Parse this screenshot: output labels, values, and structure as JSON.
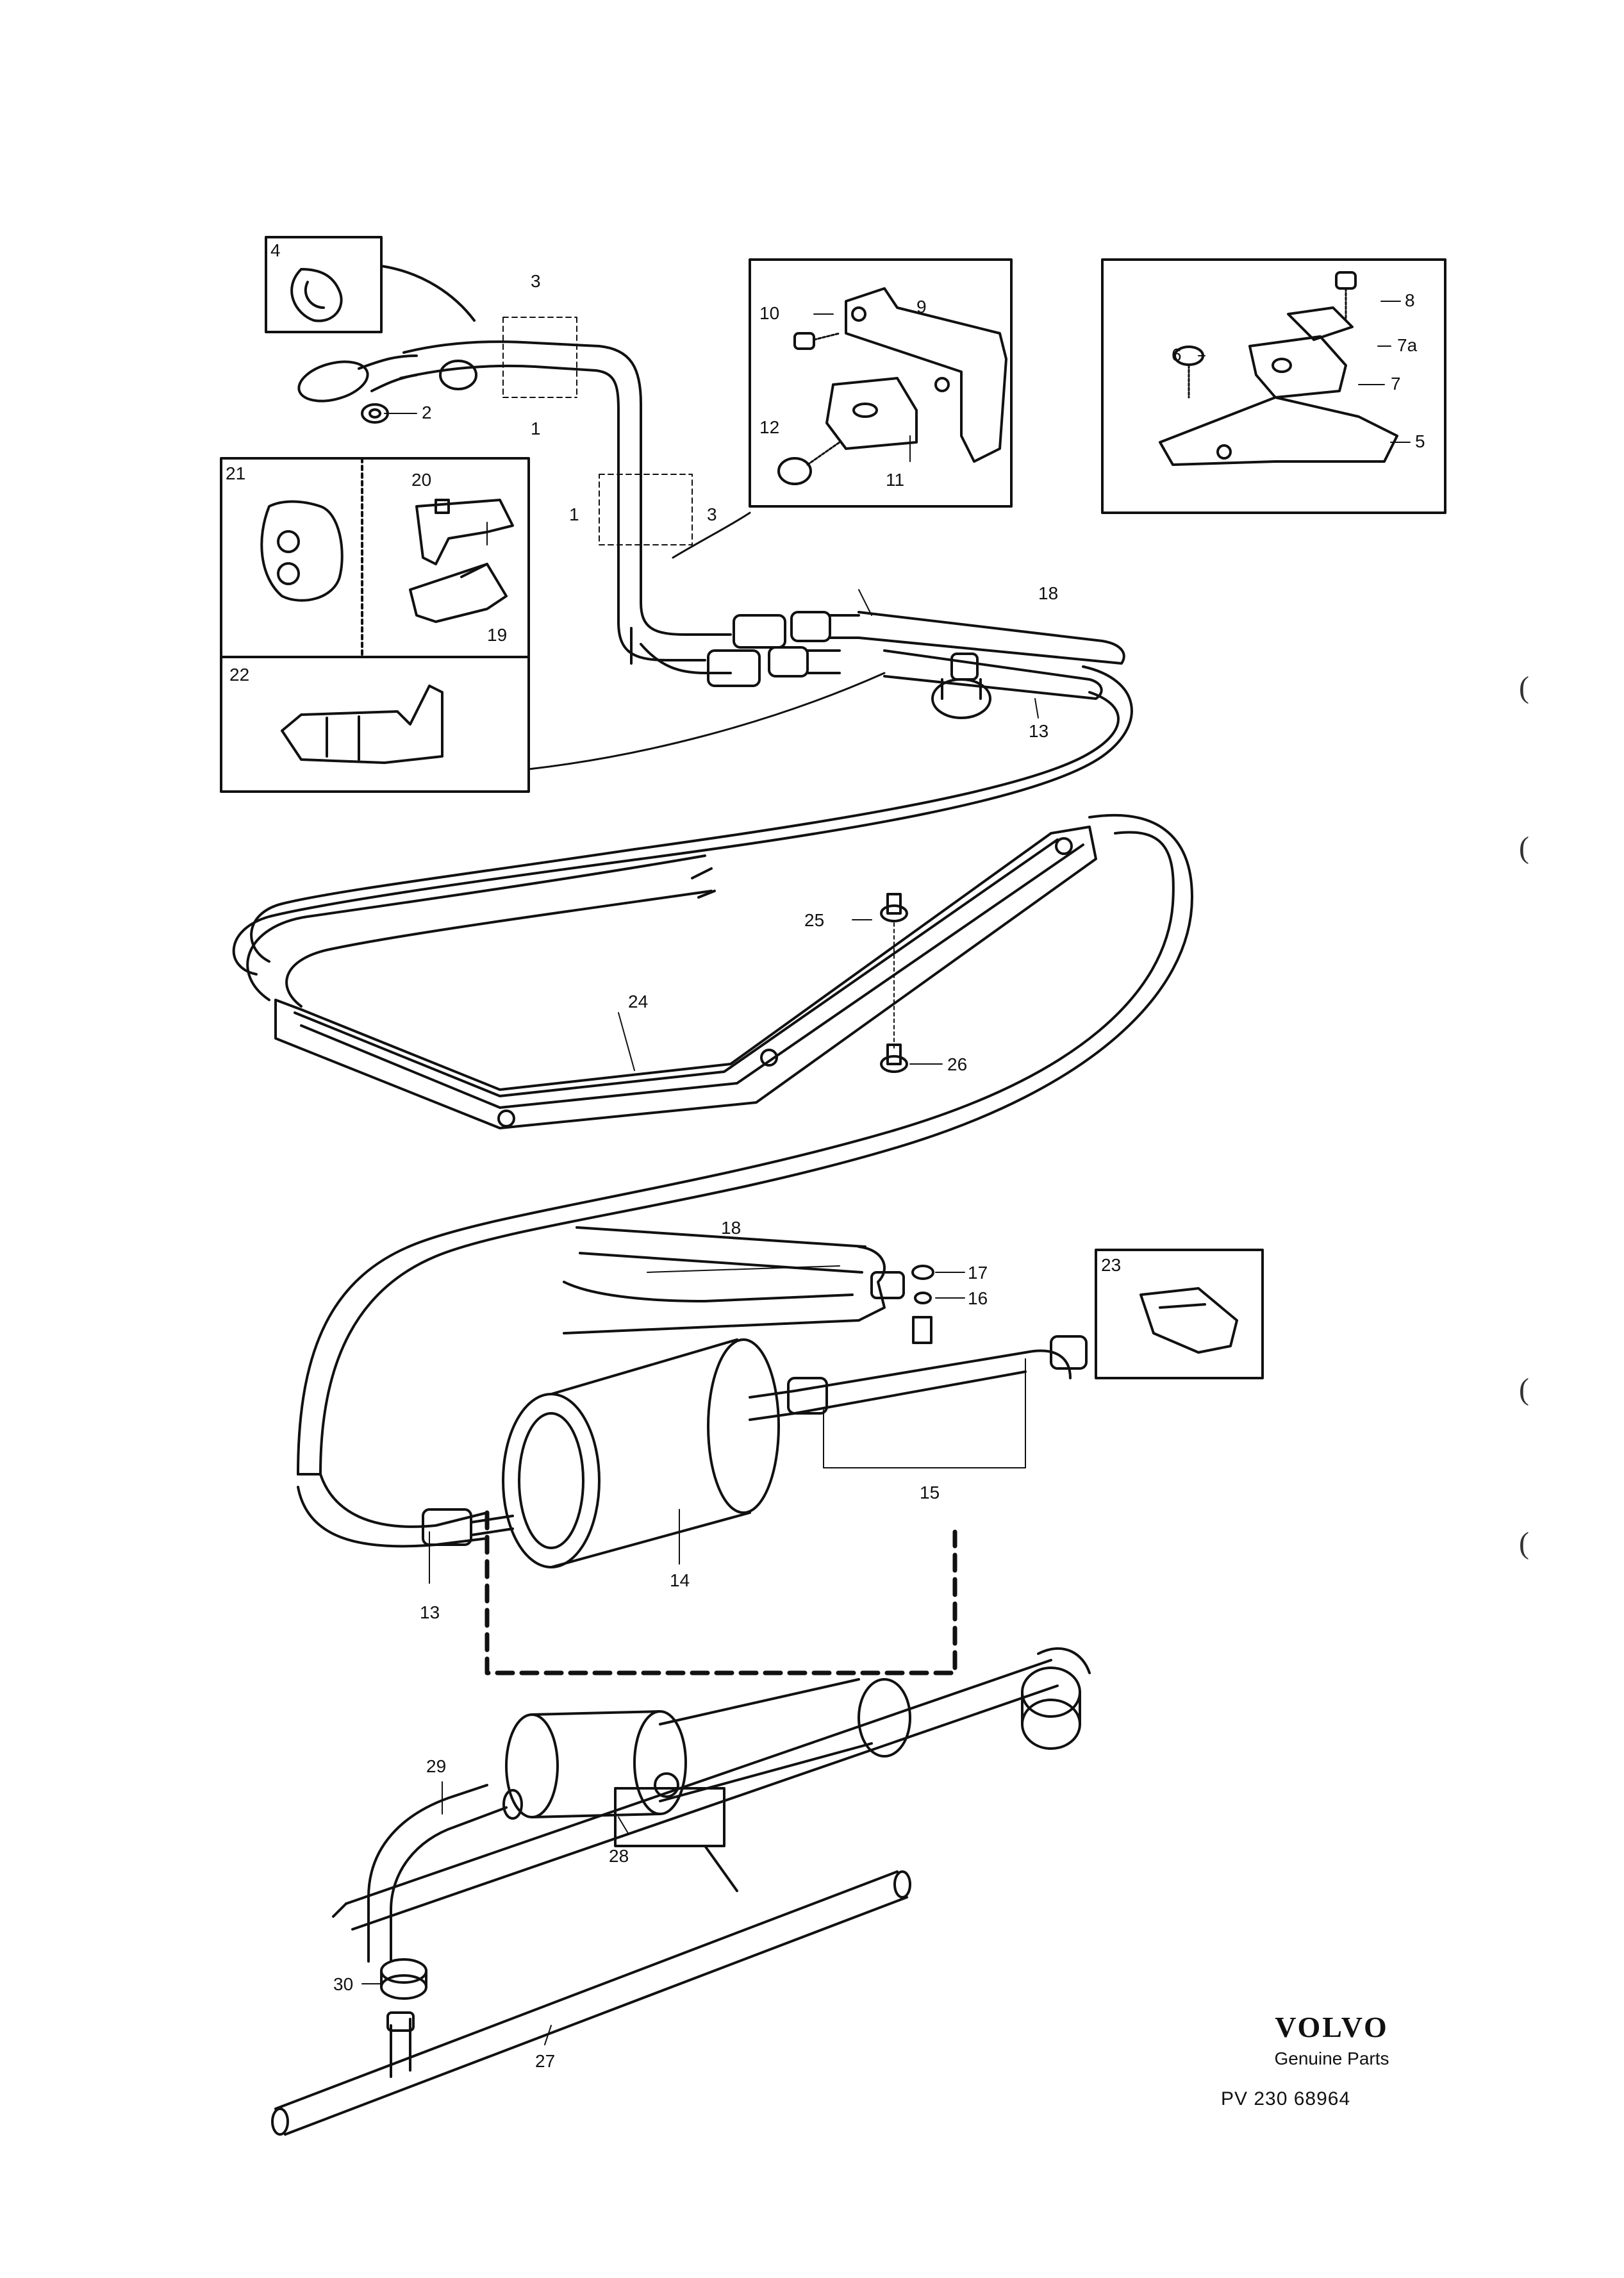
{
  "callouts": {
    "c1a": "1",
    "c1b": "1",
    "c2": "2",
    "c3a": "3",
    "c3b": "3",
    "c4": "4",
    "c5": "5",
    "c6": "6",
    "c7": "7",
    "c7a": "7a",
    "c8": "8",
    "c9": "9",
    "c10": "10",
    "c11": "11",
    "c12": "12",
    "c13a": "13",
    "c13b": "13",
    "c14": "14",
    "c15": "15",
    "c16": "16",
    "c17": "17",
    "c18a": "18",
    "c18b": "18",
    "c19": "19",
    "c20": "20",
    "c21": "21",
    "c22": "22",
    "c23": "23",
    "c24": "24",
    "c25": "25",
    "c26": "26",
    "c27": "27",
    "c28": "28",
    "c29": "29",
    "c30": "30"
  },
  "brand": {
    "logo": "VOLVO",
    "subtitle": "Genuine Parts",
    "code": "PV 230 68964"
  },
  "colors": {
    "ink": "#111111",
    "paper": "#ffffff"
  }
}
